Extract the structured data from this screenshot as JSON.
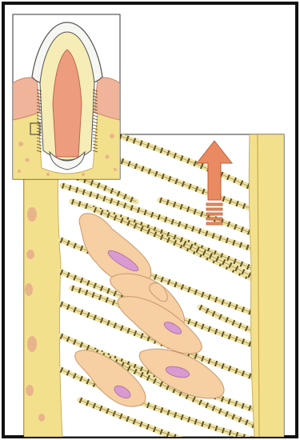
{
  "figure": {
    "panels": [
      {
        "kind": "inset",
        "depicts": "tooth-in-socket-with-periodontal-ligament"
      },
      {
        "kind": "enlarged-view",
        "depicts": "periodontal-ligament-fibres-and-fibroblasts"
      }
    ],
    "structures": {
      "left_bone_wall": "alveolar-bone",
      "right_wall": "cementum",
      "fibres": "collagen-fibre-bundles",
      "cells": "fibroblasts",
      "arrow": "upward-arrow"
    },
    "colors": {
      "frame": "#111111",
      "bone": "#f3e08c",
      "bone_spots": "#e8b48a",
      "gum": "#f0b49a",
      "dentin": "#f6ecb5",
      "pulp": "#ee9c7e",
      "enamel": "#f6f6f2",
      "cell_body": "#f6cfa2",
      "nucleus": "#d89ad0",
      "fibre_light": "#eee3a2",
      "fibre_dark": "#5b4a22",
      "arrow": "#ea8a62"
    },
    "counts": {
      "fibre_bundles": 17,
      "fibroblasts": 6,
      "arrow_dashes": 5
    }
  }
}
